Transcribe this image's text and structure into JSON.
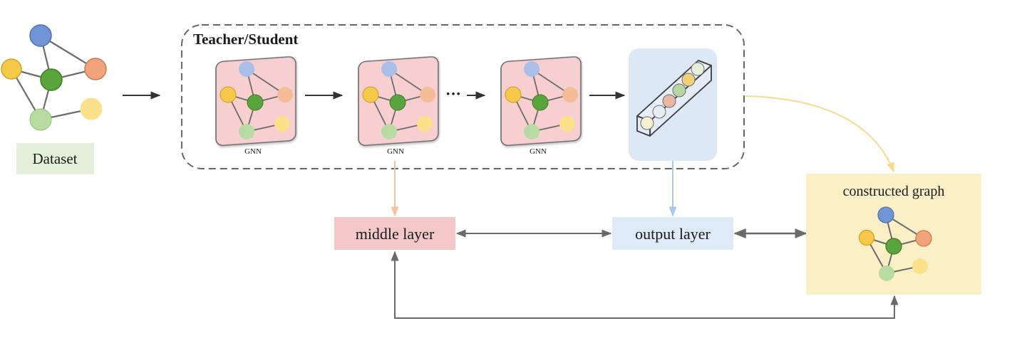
{
  "labels": {
    "group_title": "Teacher/Student",
    "dataset": "Dataset",
    "gnn_1": "GNN",
    "gnn_2": "GNN",
    "gnn_3": "GNN",
    "ellipsis": "···",
    "middle_layer": "middle layer",
    "output_layer": "output layer",
    "constructed_graph": "constructed graph"
  },
  "colors": {
    "node_blue": "#7094d6",
    "node_orange": "#f2a57a",
    "node_yellow": "#f7c948",
    "node_green_dark": "#5aa43c",
    "node_green_light": "#b8dba2",
    "node_yellow_light": "#fbe18c",
    "gnn_card_fill": "#f7cfd0",
    "output_panel_fill": "#dde8f6",
    "dataset_label_bg": "#e3f0d9",
    "middle_layer_bg": "#f4c8c8",
    "output_layer_bg": "#deeaf7",
    "constructed_graph_bg": "#fbefc6",
    "arrow_gray": "#707070",
    "arrow_peach": "#f4c3a4",
    "arrow_lightblue": "#a8c6ea",
    "arrow_gold": "#f6d98a",
    "dashed_border": "#666666"
  }
}
